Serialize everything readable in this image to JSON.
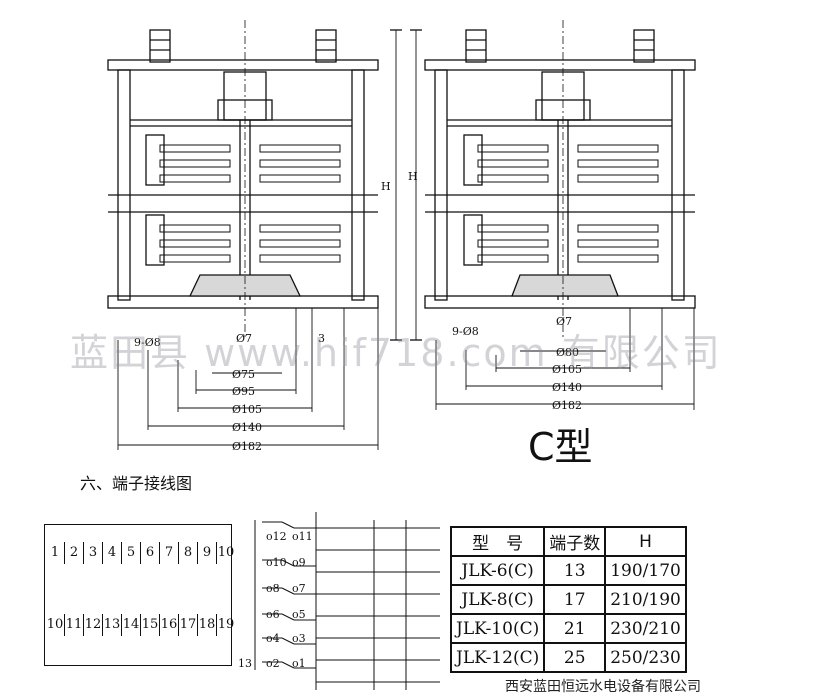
{
  "watermark": "蓝田县 www.hif718.com 有限公司",
  "drawing": {
    "left_dims": [
      "9-Ø8",
      "Ø7",
      "3",
      "Ø75",
      "Ø95",
      "Ø105",
      "Ø140",
      "Ø182"
    ],
    "right_dims": [
      "9-Ø8",
      "Ø7",
      "Ø80",
      "Ø105",
      "Ø140",
      "Ø182"
    ],
    "height_label": "H",
    "type_label": "C型"
  },
  "section_title": "六、端子接线图",
  "terminal_grid": {
    "top_row": [
      "1",
      "2",
      "3",
      "4",
      "5",
      "6",
      "7",
      "8",
      "9",
      "10"
    ],
    "bottom_row": [
      "10",
      "11",
      "12",
      "13",
      "14",
      "15",
      "16",
      "17",
      "18",
      "19"
    ]
  },
  "wiring_labels": [
    "o12",
    "o11",
    "o10",
    "o9",
    "o8",
    "o7",
    "o6",
    "o5",
    "o4",
    "o3",
    "o2",
    "o1",
    "13"
  ],
  "spec_table": {
    "headers": [
      "型　号",
      "端子数",
      "H"
    ],
    "rows": [
      [
        "JLK-6(C)",
        "13",
        "190/170"
      ],
      [
        "JLK-8(C)",
        "17",
        "210/190"
      ],
      [
        "JLK-10(C)",
        "21",
        "230/210"
      ],
      [
        "JLK-12(C)",
        "25",
        "250/230"
      ]
    ]
  },
  "footer": "西安蓝田恒远水电设备有限公司"
}
